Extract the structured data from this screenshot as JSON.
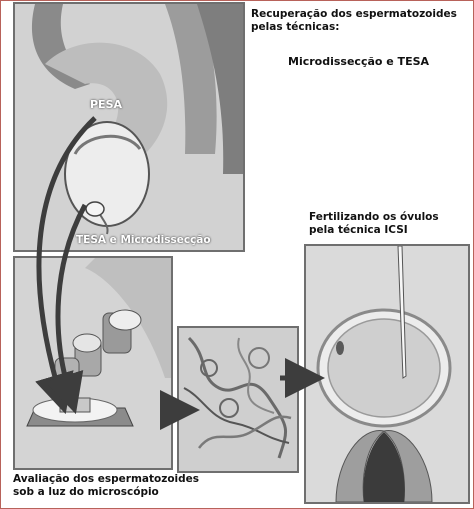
{
  "labels": {
    "recovery_title_line1": "Recuperação dos espermatozoides",
    "recovery_title_line2": "pelas técnicas:",
    "recovery_techniques": "Microdissecção e TESA",
    "pesa": "PESA",
    "tesa_micro": "TESA  e Microdissecção",
    "fertilizing_line1": "Fertilizando os óvulos",
    "fertilizing_line2": "pela técnica ICSI",
    "evaluation_line1": "Avaliação dos espermatozoides",
    "evaluation_line2": "sob a luz do microscópio"
  },
  "colors": {
    "frame": "#b8625a",
    "panel_border": "#6f6f6f",
    "arrow": "#3d3d3d",
    "background": "#ffffff"
  }
}
